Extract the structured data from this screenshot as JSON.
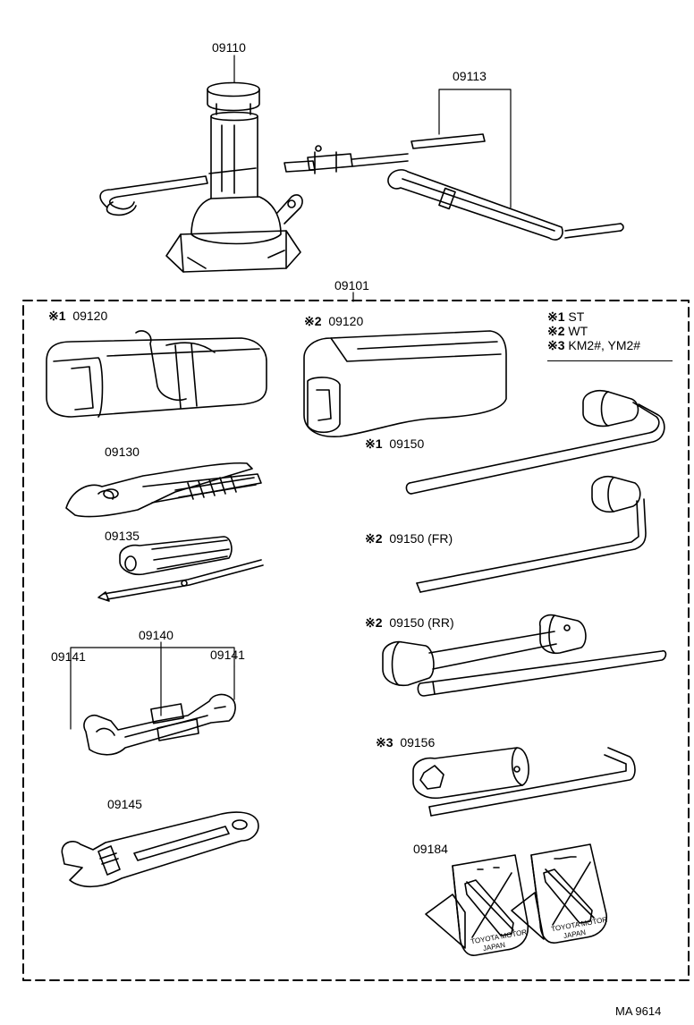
{
  "figure_code": "MA 9614",
  "group_label": "09101",
  "legend": [
    {
      "mark": "※1",
      "text": "ST"
    },
    {
      "mark": "※2",
      "text": "WT"
    },
    {
      "mark": "※3",
      "text": "KM2#, YM2#"
    }
  ],
  "parts": {
    "jack": "09110",
    "jack_handle": "09113",
    "bag_st": {
      "mark": "※1",
      "num": "09120"
    },
    "bag_wt": {
      "mark": "※2",
      "num": "09120"
    },
    "pliers": "09130",
    "screwdriver": "09135",
    "wrench_set": "09140",
    "wrench_left": "09141",
    "wrench_right": "09141",
    "adjustable_wrench": "09145",
    "lug_wrench_st": {
      "mark": "※1",
      "num": "09150"
    },
    "lug_wrench_fr": {
      "mark": "※2",
      "num": "09150 (FR)"
    },
    "lug_wrench_rr": {
      "mark": "※2",
      "num": "09150 (RR)"
    },
    "hub_nut_wrench": {
      "mark": "※3",
      "num": "09156"
    },
    "wheel_chock": "09184"
  },
  "chock_text": [
    "TOYOTA MOTOR",
    "JAPAN"
  ]
}
